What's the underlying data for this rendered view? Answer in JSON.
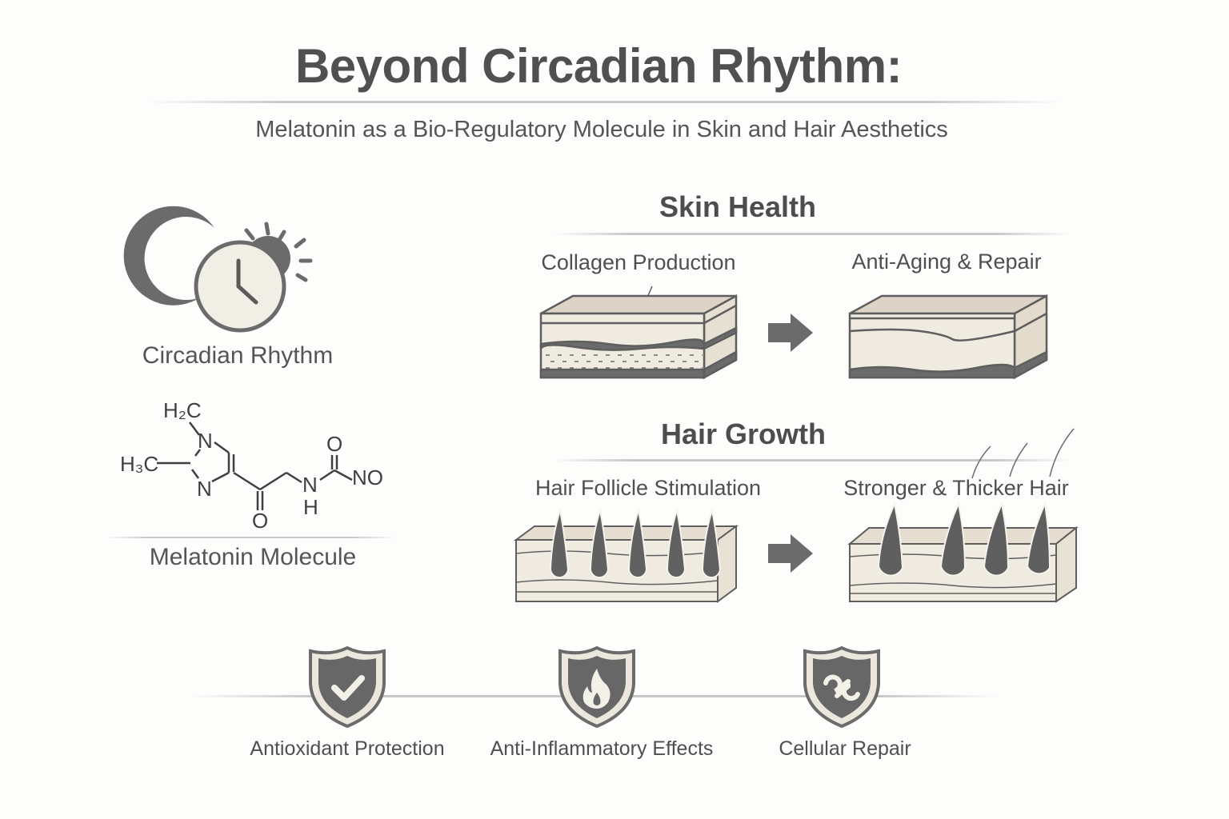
{
  "header": {
    "title": "Beyond Circadian Rhythm:",
    "subtitle": "Melatonin as a Bio-Regulatory Molecule in Skin and Hair Aesthetics"
  },
  "left_panel": {
    "circadian_label": "Circadian Rhythm",
    "molecule_label": "Melatonin Molecule",
    "molecule_atoms": {
      "h2c": "H₂C",
      "n_top": "N",
      "h3c": "H₃C",
      "n_bottom": "N",
      "o_ketone": "O",
      "n_amide": "N",
      "h_amide": "H",
      "o_carbonyl": "O",
      "no": "NO"
    }
  },
  "skin_health": {
    "title": "Skin Health",
    "before_label": "Collagen Production",
    "after_label": "Anti-Aging & Repair"
  },
  "hair_growth": {
    "title": "Hair Growth",
    "before_label": "Hair Follicle Stimulation",
    "after_label": "Stronger & Thicker Hair"
  },
  "benefits": [
    {
      "label": "Antioxidant Protection",
      "icon": "shield-check-icon"
    },
    {
      "label": "Anti-Inflammatory Effects",
      "icon": "shield-flame-icon"
    },
    {
      "label": "Cellular Repair",
      "icon": "shield-wrench-icon"
    }
  ],
  "colors": {
    "text": "#4f4f4f",
    "icon_gray": "#6b6b6b",
    "skin_light": "#efebe0",
    "skin_top": "#ddd4c7"
  }
}
